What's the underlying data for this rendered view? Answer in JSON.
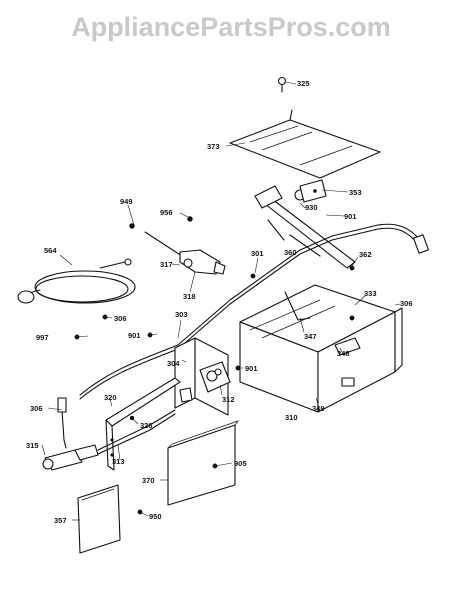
{
  "watermark": "AppliancePartsPros.com",
  "part_numbers": {
    "p325": "325",
    "p373": "373",
    "p353": "353",
    "p930": "930",
    "p901a": "901",
    "p949": "949",
    "p956": "956",
    "p301": "301",
    "p362": "362",
    "p353b": "333",
    "p386": "306",
    "p384": "564",
    "p317": "317",
    "p318": "318",
    "p347": "347",
    "p348": "348",
    "p349": "349",
    "p302": "303",
    "p304": "304",
    "p901b": "901",
    "p901c": "901",
    "p997": "997",
    "p396": "306",
    "p310": "310",
    "p312": "312",
    "p320": "320",
    "p326": "326",
    "p313": "313",
    "p315": "315",
    "p370": "370",
    "p905": "905",
    "p950": "950",
    "p357": "357",
    "p369": "360",
    "p906": "306"
  }
}
